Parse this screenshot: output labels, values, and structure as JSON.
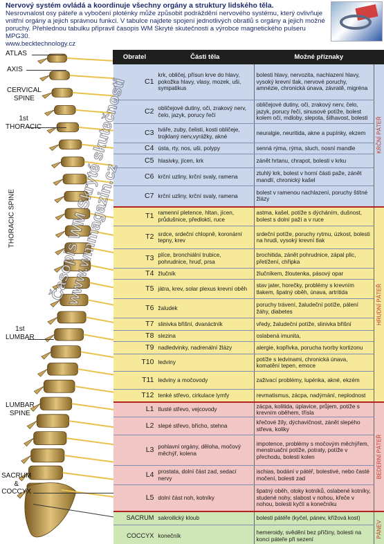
{
  "intro": {
    "headline": "Nervový systém ovládá a koordinuje všechny orgány a struktury lidského těla.",
    "body": "Nesrovnalost osy páteře a vybočení ploténky může způsobit podráždění nervového systému, který ovlivňuje vnitřní orgány a jejich správnou funkci. V tabulce najdete spojení jednotlivých obratlů s orgány a jejich možné poruchy. Přehlednou tabulku připravil časopis WM Skryté skutečnosti a výrobce magnetického pulseru MPG30.",
    "url": "www.becktechnology.cz"
  },
  "spine_labels": {
    "atlas": "ATLAS",
    "axis": "AXIS",
    "cervical": "CERVICAL\nSPINE",
    "first_thoracic": "1st\nTHORACIC",
    "thoracic": "THORACIC SPINE",
    "first_lumbar": "1st\nLUMBAR",
    "lumbar": "LUMBAR\nSPINE",
    "sacrum_coccyx": "SACRUM\n&\nCOCCYX"
  },
  "watermark": {
    "line1": "Časopis WM Skryté skutečnosti",
    "line2": "www.wmmagazin.cz"
  },
  "table": {
    "headers": [
      "Obratel",
      "Části těla",
      "Možné příznaky"
    ],
    "regions": {
      "cervical": "KRČNÍ PÁTEŘ",
      "thoracic": "HRUDNÍ PÁTEŘ",
      "lumbar": "BEDERNÍ PÁTEŘ",
      "pelvis": "PÁNEV"
    },
    "cervical_rows": [
      {
        "v": "C1",
        "parts": "krk, obličej, přísun krve do hlavy, pokožka hlavy, vlasy, mozek, uši, sympatikus",
        "sym": "bolesti hlavy, nervozita, nachlazení hlavy, vysoký krevní tlak, nervové poruchy, amnézie, chronická únava, závratě, migréna"
      },
      {
        "v": "C2",
        "parts": "obličejové dutiny, oči, zrakový nerv, čelo, jazyk, porucy řečí",
        "sym": "obličejové dutiny, oči, zrakový nerv, čelo, jazyk, porucy řečí, sinusové potíže, bolest kolem očí, mdloby, slepota, šilhavost, bolesti"
      },
      {
        "v": "C3",
        "parts": "tváře, zuby, čelisti, kosti obličeje, trojklaný nerv,vyrážky, akné",
        "sym": "neuralgie, neuritida, akne a pupínky, ekzem"
      },
      {
        "v": "C4",
        "parts": "ústa, rty, nos, uši, polypy",
        "sym": "senná rýma, rýma, sluch, nosní mandle"
      },
      {
        "v": "C5",
        "parts": "hlasivky, jícen, krk",
        "sym": "zánět hrtanu, chrapot, bolesti v krku"
      },
      {
        "v": "C6",
        "parts": "krční uzliny, krční svaly, ramena",
        "sym": "ztuhlý krk, bolest v horní části paže, zánět mandlí, chronický kašel"
      },
      {
        "v": "C7",
        "parts": "krční uzliny, krční svaly, ramena",
        "sym": "bolest v ramenou nachlazení, poruchy štítné žlázy"
      }
    ],
    "thoracic_rows": [
      {
        "v": "T1",
        "parts": "ramenní pletence, hltan, jícen, průdušnice, předloktí, ruce",
        "sym": "astma, kašel, potíže s dýcháním, dušnost, bolest s dolní paží a v ruce"
      },
      {
        "v": "T2",
        "parts": "srdce, srdeční chlopně, koronární tepny, krev",
        "sym": "srdeční potíže, poruchy rytmu, úzkost, bolesti na hrudi, vysoký krevní tlak"
      },
      {
        "v": "T3",
        "parts": "plíce, bronchiální trubice, pohrudnice, hruď, prsa",
        "sym": "brochitida, zánět pohrudnice, zápal plic, přetížení, chřipka"
      },
      {
        "v": "T4",
        "parts": "žlučník",
        "sym": "žlučníkem, žloutenka, pásový opar"
      },
      {
        "v": "T5",
        "parts": "játra, krev, solar plexus krevní oběh",
        "sym": "stav jater, horečky, problémy s krevním tlakem, špatný oběh, únava, artritida"
      },
      {
        "v": "T6",
        "parts": "žaludek",
        "sym": "poruchy trávení, žaludeční potíže, pálení žáhy, diabetes"
      },
      {
        "v": "T7",
        "parts": "slinivka břišní, dvanáctník",
        "sym": "vředy, žaludeční potíže, slinivka břišní"
      },
      {
        "v": "T8",
        "parts": "slezina",
        "sym": "oslabená imunita,"
      },
      {
        "v": "T9",
        "parts": "nadledvinky, nadrenální žlázy",
        "sym": "alergie, kopřivka, porucha tvorby kortizonu"
      },
      {
        "v": "T10",
        "parts": "ledviny",
        "sym": "potíže s ledvinami, chronická únava, komatění tepen, emoce"
      },
      {
        "v": "T11",
        "parts": "ledviny a močovody",
        "sym": "zaživací problémy, lupénka, akné, ekzém"
      },
      {
        "v": "T12",
        "parts": "tenké střevo, cirkulace lymfy",
        "sym": "revmatismus, zácpa, nadýmání, neplodnost"
      }
    ],
    "lumbar_rows": [
      {
        "v": "L1",
        "parts": "tlusté střevo, vejcovody",
        "sym": "zácpa, kolitida, úplavice, průjem, potíže s krevním oběhem, tříslа"
      },
      {
        "v": "L2",
        "parts": "slepé střevo, břicho, stehna",
        "sym": "křečové žíly, dýchavičnost, zánět slepého střeva, koliky"
      },
      {
        "v": "L3",
        "parts": "pohlavní orgány, děloha, močový měchýř, kolena",
        "sym": "impotence, problémy s močovým měchýřem, menstruační potíže, potraty, potíže v přechodu, bolesti kolen"
      },
      {
        "v": "L4",
        "parts": "prostata, dolní část zad, sedací nervy",
        "sym": "ischias, bodání v pátéř, bolestivé, nebo časté močení, bolesti zad"
      },
      {
        "v": "L5",
        "parts": "dolní část noh, kotníky",
        "sym": "špatný oběh, otoky kotníků, oslabené kotníky, studené nohy, slabost v nohou, křeče v nohou, bolesti kyčlí a konečníku"
      }
    ],
    "pelvis_rows": [
      {
        "v": "SACRUM",
        "parts": "sakroilický kloub",
        "sym": "bolesti pátéře (kyčel, pánev, křížová kost)"
      },
      {
        "v": "COCCYX",
        "parts": "konečník",
        "sym": "hemeroidy, svědění bez příčiny, bolesti na konci páteře při sezení"
      }
    ]
  },
  "colors": {
    "cervical": "#c9d6ec",
    "thoracic": "#f6ea9a",
    "lumbar": "#f2c6c4",
    "pelvis": "#cfe6b7",
    "bone": "#c9a55a",
    "nerve": "#e8c24a"
  }
}
